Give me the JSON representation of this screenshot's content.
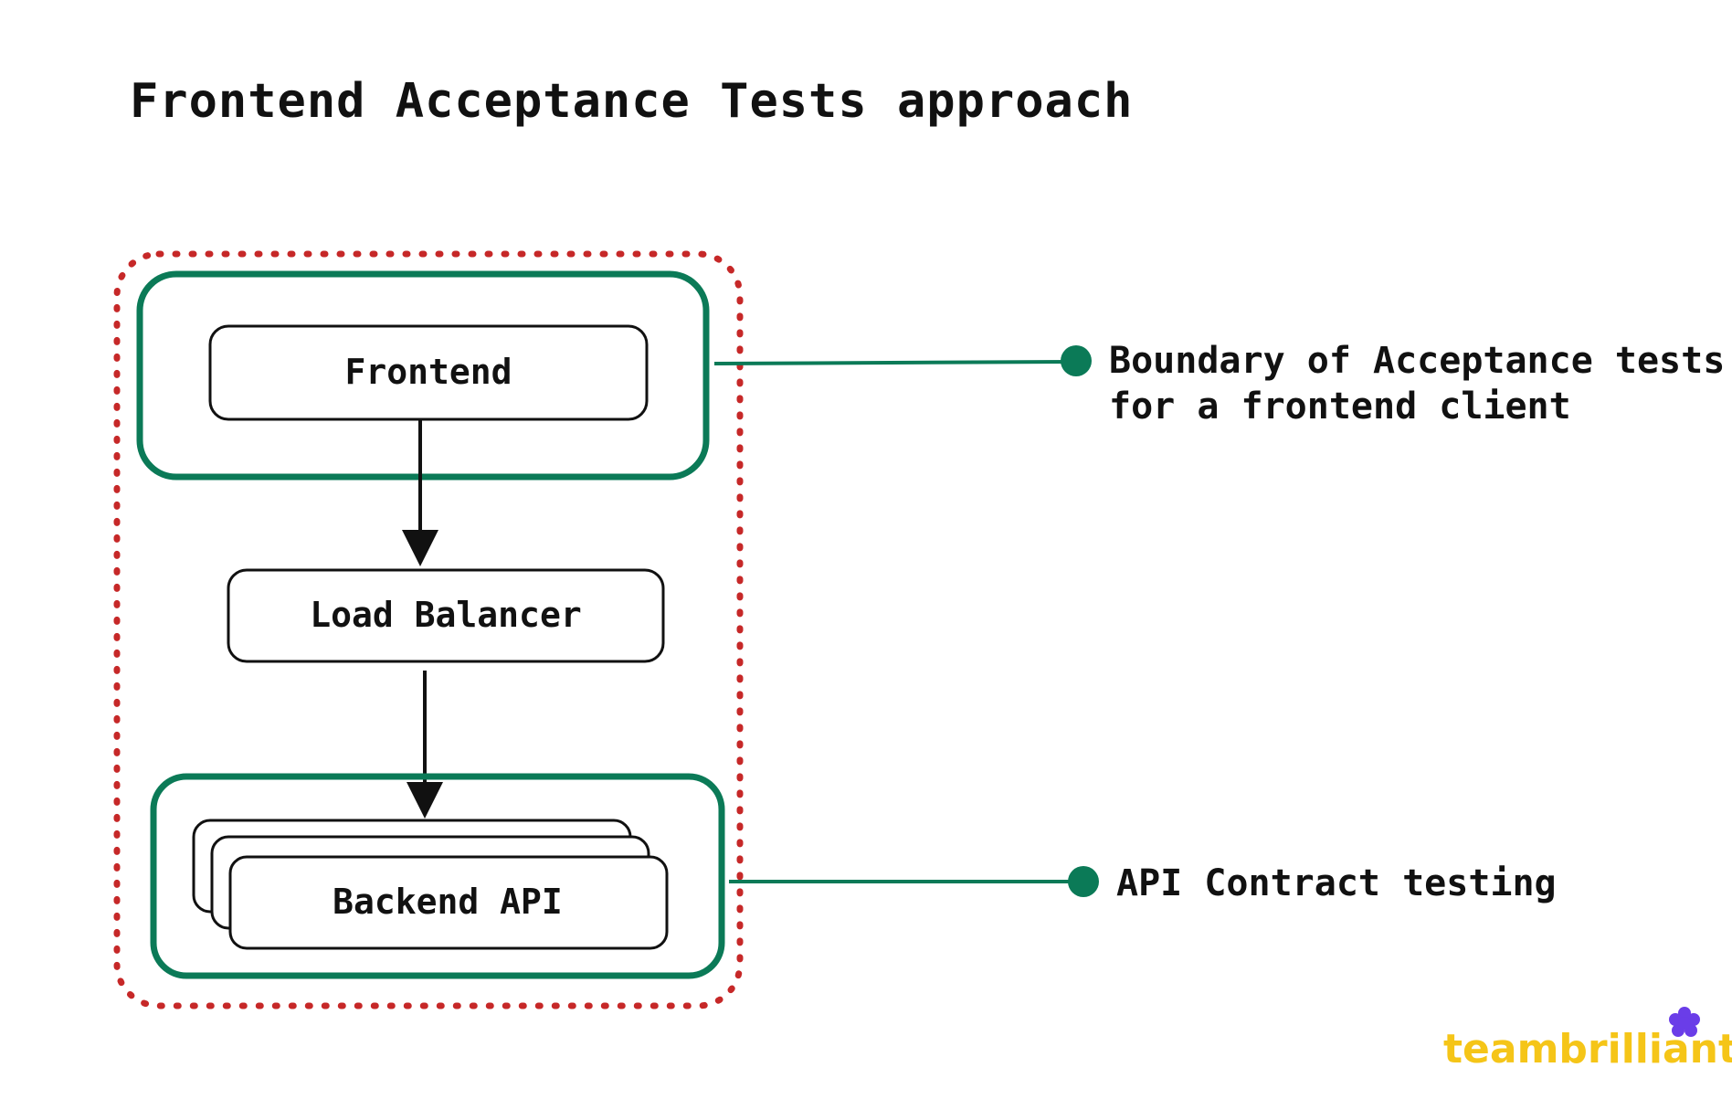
{
  "title": "Frontend Acceptance Tests approach",
  "nodes": {
    "frontend": "Frontend",
    "load_balancer": "Load Balancer",
    "backend_api": "Backend API"
  },
  "annotations": {
    "acceptance_line1": "Boundary of Acceptance tests",
    "acceptance_line2": "for a frontend client",
    "contract": "API Contract testing"
  },
  "logo": {
    "text": "teambrilliant",
    "color": "#f5c518",
    "mark_color": "#6a3de8"
  },
  "colors": {
    "outer_boundary": "#c62828",
    "scope_boundary": "#0b7a57",
    "ink": "#111111"
  }
}
